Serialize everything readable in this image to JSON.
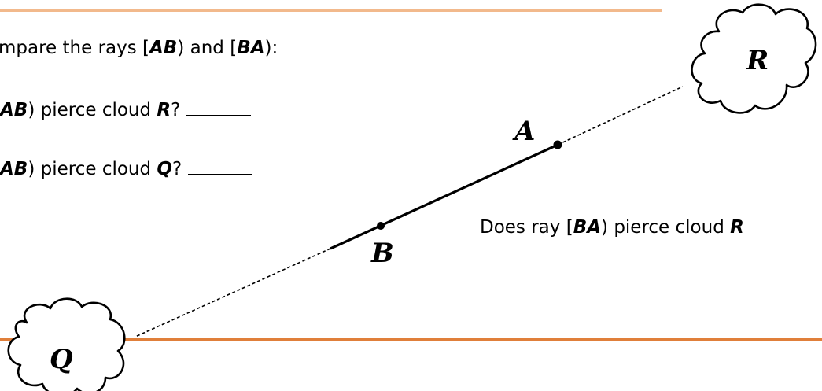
{
  "prompt": {
    "pre": "mpare the rays [",
    "ray1": "AB",
    "mid": ") and [",
    "ray2": "BA",
    "post": "):"
  },
  "question1": {
    "ray": "AB",
    "pre": ") pierce cloud ",
    "cloud": "R",
    "post": "?"
  },
  "question2": {
    "ray": "AB",
    "pre": ") pierce cloud ",
    "cloud": "Q",
    "post": "?"
  },
  "question3": {
    "pre": "Does ray [",
    "ray": "BA",
    "post": ") pierce cloud ",
    "cloud": "R"
  },
  "points": {
    "A": "A",
    "B": "B"
  },
  "clouds": {
    "R": "R",
    "Q": "Q"
  },
  "colors": {
    "top_rule": "#f2b98c",
    "bottom_rule": "#e07f3a"
  }
}
